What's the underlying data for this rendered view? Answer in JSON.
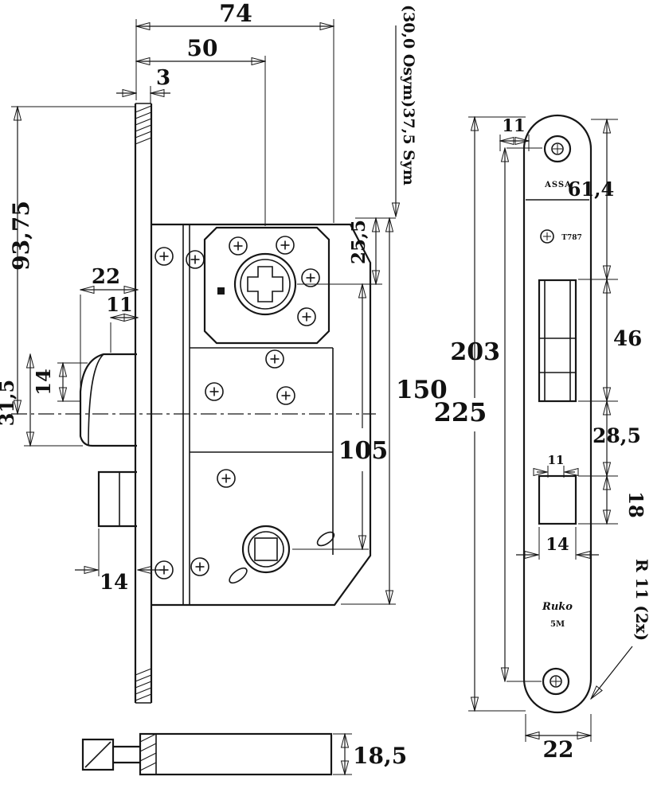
{
  "left_view": {
    "dims": {
      "width74": "74",
      "backset50": "50",
      "offset3": "3",
      "sym_note": "(30,0 Osym)37,5 Sym",
      "height9375": "93,75",
      "latch22": "22",
      "latch11": "11",
      "latch14": "14",
      "latch315": "31,5",
      "top255": "25,5",
      "case150": "150",
      "centers105": "105",
      "bolt14": "14"
    }
  },
  "front_view": {
    "dims": {
      "top11": "11",
      "top614": "61,4",
      "screws203": "203",
      "total225": "225",
      "latch46": "46",
      "gap285": "28,5",
      "bolt18": "18",
      "small11": "11",
      "bolt14": "14",
      "width22": "22",
      "corner_radius": "R 11 (2x)"
    },
    "labels": {
      "brand_top": "ASSA",
      "model": "T787",
      "brand_bottom": "Ruko",
      "code": "5M"
    }
  },
  "bottom_view": {
    "dims": {
      "height185": "18,5"
    }
  }
}
